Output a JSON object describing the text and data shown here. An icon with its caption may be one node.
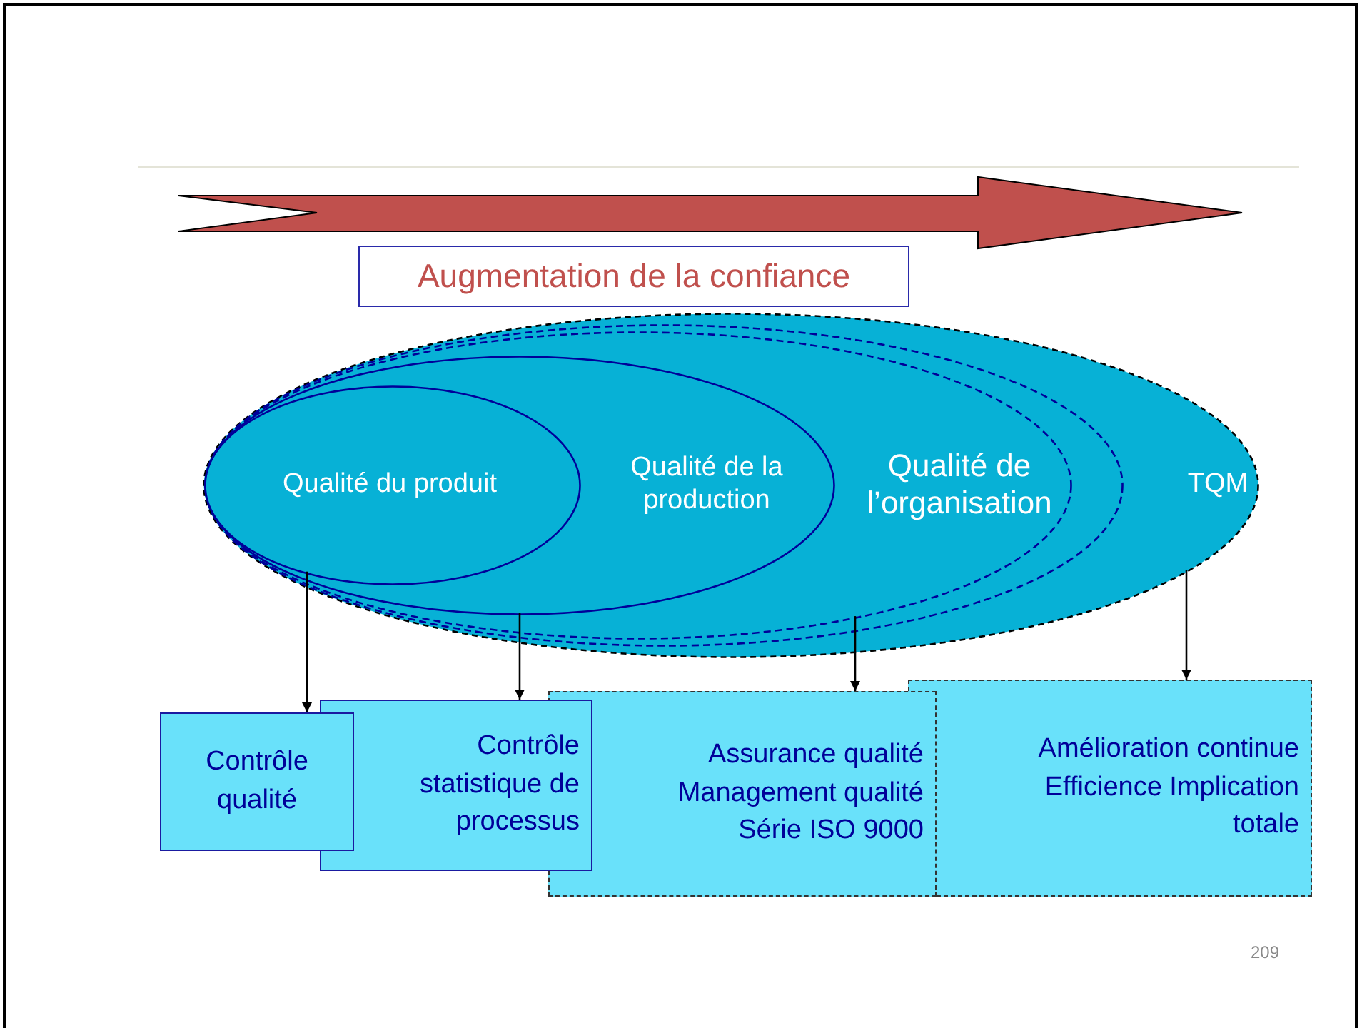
{
  "diagram": {
    "nodes": [
      {
        "text": [
          "Augmentation de la confiance"
        ]
      },
      {
        "text": [
          "Qualité du produit"
        ],
        "in": 2
      },
      {
        "text": [
          "Qualité de la production"
        ],
        "in": 3
      },
      {
        "text": [
          "Qualité de l’organisation"
        ],
        "in": 4
      },
      {
        "text": [],
        "shape": "ellipse",
        "in": 5
      },
      {
        "text": [
          "TQM"
        ]
      },
      {
        "text": [
          "Contrôle qualité"
        ]
      },
      {
        "text": [
          "Contrôle statistique de processus"
        ]
      },
      {
        "text": [
          "Assurance qualité Management qualité Série ISO 9000"
        ]
      },
      {
        "text": [
          "Amélioration continue Efficience Implication totale"
        ]
      }
    ],
    "edges": [
      {
        "from": 1,
        "to": 6,
        "arrow": "to"
      },
      {
        "from": 2,
        "to": 7,
        "arrow": "to"
      },
      {
        "from": 3,
        "to": 8,
        "arrow": "to"
      },
      {
        "from": 5,
        "to": 9,
        "arrow": "to"
      }
    ],
    "labels": [
      "209"
    ]
  }
}
